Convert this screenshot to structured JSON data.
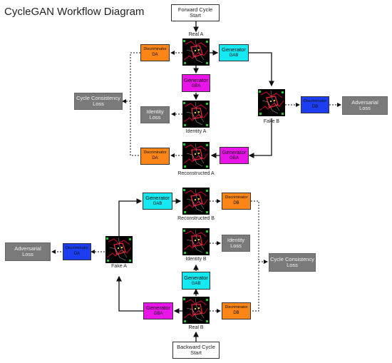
{
  "title": "CycleGAN Workflow Diagram",
  "forward_start": [
    "Forward Cycle",
    "Start"
  ],
  "backward_start": [
    "Backward Cycle",
    "Start"
  ],
  "generator_label": "Generator",
  "discriminator_label": "Discriminator",
  "subscripts": {
    "gab": "GAB",
    "gba": "GBA",
    "da": "DA",
    "db": "DB"
  },
  "losses": {
    "cycle_consistency": [
      "Cycle Consistency",
      "Loss"
    ],
    "identity": [
      "Identity",
      "Loss"
    ],
    "adversarial": [
      "Adversarial",
      "Loss"
    ]
  },
  "image_labels": {
    "real_a": "Real A",
    "identity_a": "Identity A",
    "reconstructed_a": "Reconstructed A",
    "fake_b": "Fake B",
    "reconstructed_b": "Reconstructed B",
    "identity_b": "Identity B",
    "fake_a": "Fake A",
    "real_b": "Real B"
  },
  "colors": {
    "generator_ab": "#14e8f0",
    "generator_ba": "#e915e8",
    "discriminator_a": "#fb8517",
    "discriminator_b": "#1c3ef0",
    "loss": "#7a7a7a"
  }
}
